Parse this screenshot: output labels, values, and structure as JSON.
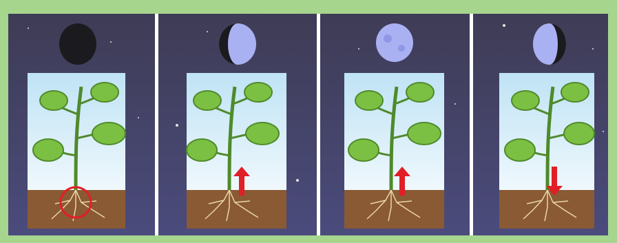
{
  "palette": {
    "frame": "#a6d58e",
    "sky_night": "#43425f",
    "scene_sky_top": "#cfe8f6",
    "scene_sky_bottom": "#ffffff",
    "soil": "#8a5a34",
    "stem": "#4f8a2b",
    "leaf": "#7cc043",
    "moon_lit": "#aab1f2",
    "moon_dark": "#1b1b1f",
    "arrow": "#e01f26",
    "highlight_circle": "#e01f26"
  },
  "panels": [
    {
      "moon_phase": "new-moon",
      "indicator": "root-highlight-circle"
    },
    {
      "moon_phase": "waxing-gibbous-moon",
      "indicator": "up-arrow"
    },
    {
      "moon_phase": "full-moon",
      "indicator": "up-arrow"
    },
    {
      "moon_phase": "waning-gibbous-moon",
      "indicator": "down-arrow"
    }
  ]
}
